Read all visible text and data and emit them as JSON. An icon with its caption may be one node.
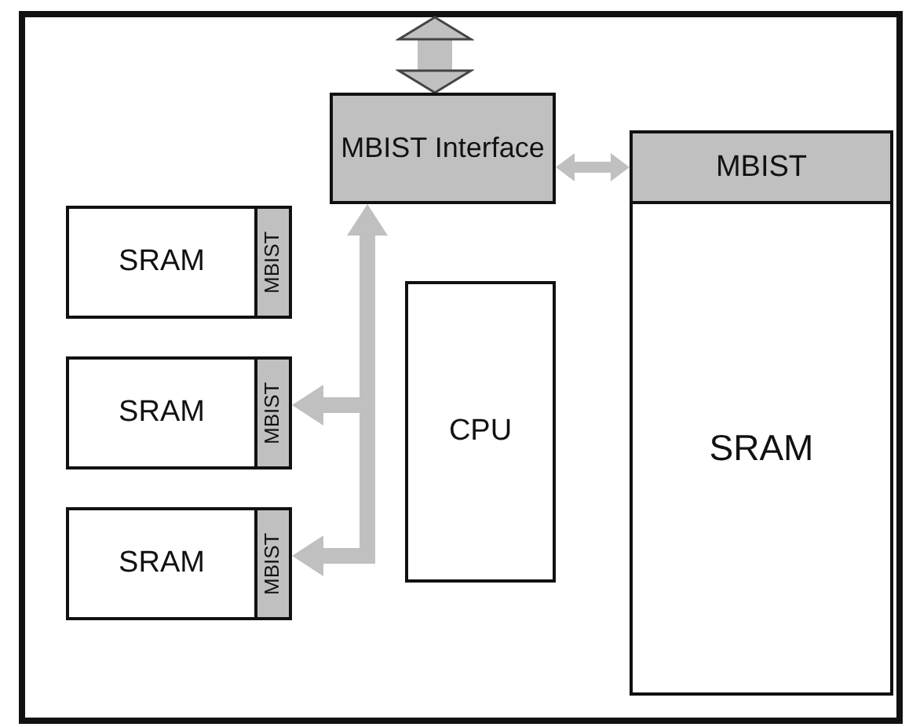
{
  "diagram": {
    "nodes": [
      {
        "text": [],
        "shape": "box"
      },
      {
        "text": [
          "MBIST Interface"
        ],
        "in": 0
      },
      {
        "text": [
          "MBIST"
        ],
        "in": 0
      },
      {
        "text": [
          "SRAM"
        ],
        "in": 0
      },
      {
        "text": [
          "MBIST"
        ],
        "in": 0
      },
      {
        "text": [
          "CPU"
        ],
        "in": 0
      },
      {
        "text": [
          "SRAM"
        ],
        "in": 0
      },
      {
        "text": [
          "SRAM"
        ],
        "in": 0
      },
      {
        "text": [
          "MBIST"
        ],
        "in": 0
      },
      {
        "text": [
          "SRAM"
        ],
        "in": 0
      },
      {
        "text": [
          "MBIST"
        ],
        "in": 0
      }
    ],
    "edges": [
      {
        "from": 0,
        "to": 1,
        "arrow": "both",
        "style": "thick"
      },
      {
        "from": 1,
        "to": 2,
        "arrow": "both"
      },
      {
        "from": 1,
        "to": 8,
        "arrow": "both"
      },
      {
        "from": 1,
        "to": 10,
        "arrow": "both"
      }
    ]
  }
}
